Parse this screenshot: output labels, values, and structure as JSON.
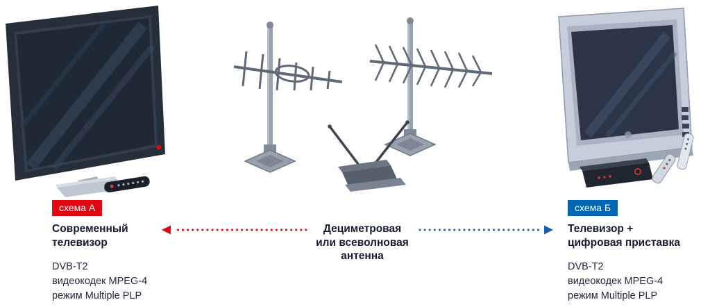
{
  "scheme_a": {
    "badge": "схема А",
    "title_line1": "Современный",
    "title_line2": "телевизор",
    "specs": [
      "DVB-T2",
      "видеокодек MPEG-4",
      "режим Multiple PLP"
    ]
  },
  "antenna": {
    "title_line1": "Дециметровая",
    "title_line2": "или всеволновая",
    "title_line3": "антенна"
  },
  "scheme_b": {
    "badge": "схема Б",
    "title_line1": "Телевизор +",
    "title_line2": "цифровая приставка",
    "specs": [
      "DVB-T2",
      "видеокодек MPEG-4",
      "режим Multiple PLP"
    ]
  },
  "colors": {
    "scheme_a_accent": "#e30613",
    "scheme_b_accent": "#0066b3",
    "arrow_blue": "#1f5fa8",
    "text_title": "#141a32",
    "text_spec": "#23283f"
  }
}
